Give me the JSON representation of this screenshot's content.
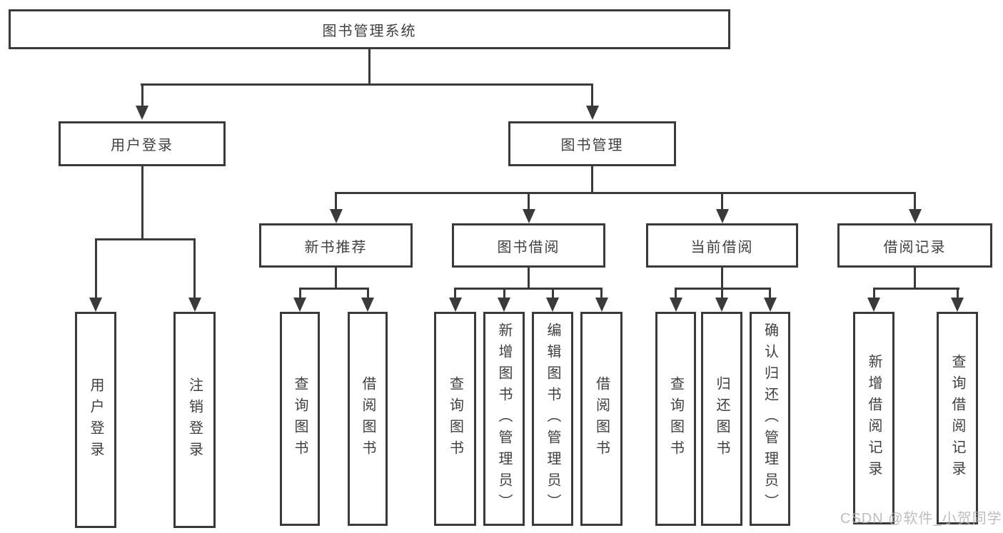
{
  "colors": {
    "line": "#3a3a3a",
    "text": "#3f3f3f",
    "watermark": "#b2b2b2",
    "background": "#ffffff"
  },
  "watermark": "CSDN @软件_小贺同学",
  "tree": {
    "label": "图书管理系统",
    "children": [
      {
        "label": "用户登录",
        "children": [
          {
            "label": "用户登录"
          },
          {
            "label": "注销登录"
          }
        ]
      },
      {
        "label": "图书管理",
        "children": [
          {
            "label": "新书推荐",
            "children": [
              {
                "label": "查询图书"
              },
              {
                "label": "借阅图书"
              }
            ]
          },
          {
            "label": "图书借阅",
            "children": [
              {
                "label": "查询图书"
              },
              {
                "label": "新增图书（管理员）"
              },
              {
                "label": "编辑图书（管理员）"
              },
              {
                "label": "借阅图书"
              }
            ]
          },
          {
            "label": "当前借阅",
            "children": [
              {
                "label": "查询图书"
              },
              {
                "label": "归还图书"
              },
              {
                "label": "确认归还（管理员）"
              }
            ]
          },
          {
            "label": "借阅记录",
            "children": [
              {
                "label": "新增借阅记录"
              },
              {
                "label": "查询借阅记录"
              }
            ]
          }
        ]
      }
    ]
  }
}
